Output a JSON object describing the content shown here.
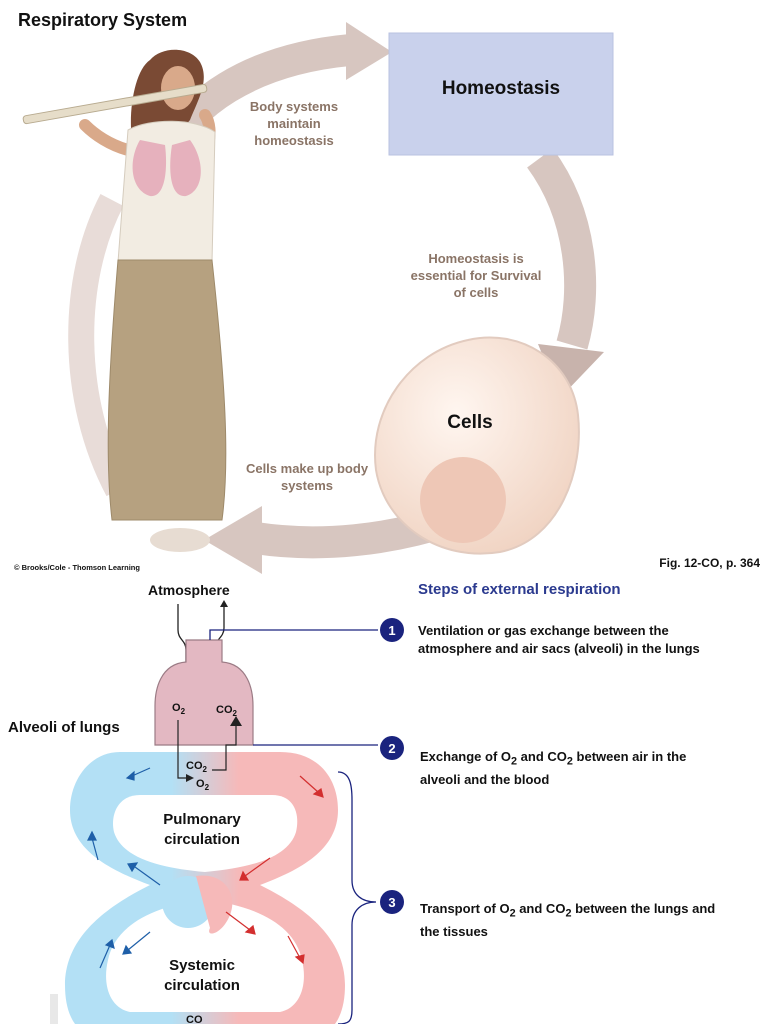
{
  "title": "Respiratory System",
  "cycle": {
    "homeostasis_label": "Homeostasis",
    "cells_label": "Cells",
    "arrow_text_1": "Body systems maintain homeostasis",
    "arrow_text_2": "Homeostasis is essential for Survival of cells",
    "arrow_text_3": "Cells make up body systems"
  },
  "credit": "© Brooks/Cole - Thomson Learning",
  "figure_ref": "Fig. 12-CO, p. 364",
  "respiration": {
    "atmosphere_label": "Atmosphere",
    "steps_title": "Steps of external respiration",
    "alveoli_label": "Alveoli of lungs",
    "pulmonary_label": "Pulmonary circulation",
    "systemic_label": "Systemic circulation",
    "gas_o2": "O",
    "gas_co2": "CO",
    "subscript": "2",
    "steps": [
      {
        "number": "1",
        "text": "Ventilation or gas exchange between the atmosphere and air sacs (alveoli) in the lungs"
      },
      {
        "number": "2",
        "text_a": "Exchange of O",
        "text_b": " and CO",
        "text_c": " between air in the alveoli and the blood"
      },
      {
        "number": "3",
        "text_a": "Transport of O",
        "text_b": " and CO",
        "text_c": " between the lungs and the tissues"
      }
    ]
  },
  "colors": {
    "homeostasis_box": "#c9d1ec",
    "cycle_arrow": "#d7c6c0",
    "cell_fill": "#f8e4d8",
    "nucleus": "#eec7b6",
    "alveoli": "#e3b8c2",
    "deoxygenated": "#b3e0f5",
    "oxygenated": "#f6b9b9",
    "step_circle": "#1a237e"
  }
}
